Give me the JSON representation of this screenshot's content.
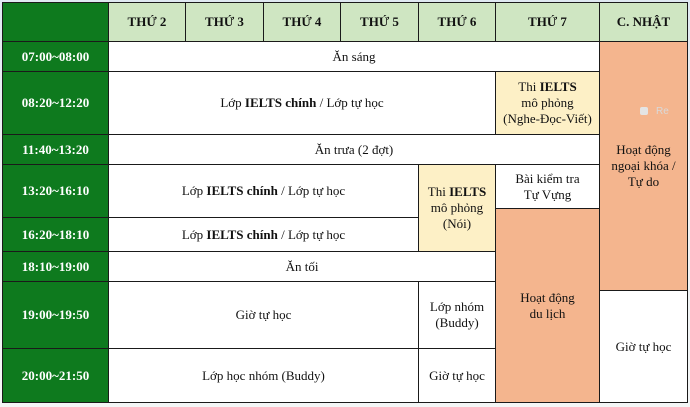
{
  "days": [
    "THỨ 2",
    "THỨ 3",
    "THỨ 4",
    "THỨ 5",
    "THỨ 6",
    "THỨ 7",
    "C. NHẬT"
  ],
  "times": [
    "07:00~08:00",
    "08:20~12:20",
    "11:40~13:20",
    "13:20~16:10",
    "16:20~18:10",
    "18:10~19:00",
    "19:00~19:50",
    "20:00~21:50"
  ],
  "cells": {
    "breakfast": "Ăn sáng",
    "morning_a": "Lớp ",
    "morning_b": "IELTS chính",
    "morning_c": " / Lớp tự học",
    "sat_mock_a": "Thi ",
    "sat_mock_b": "IELTS",
    "sat_mock_c": "mô phỏng",
    "sat_mock_d": "(Nghe-Đọc-Viết)",
    "lunch": "Ăn trưa (2 đợt)",
    "sun_activity_1": "Hoạt động",
    "sun_activity_2": "ngoại khóa /",
    "sun_activity_3": "Tự do",
    "afternoon1_a": "Lớp ",
    "afternoon1_b": "IELTS chính",
    "afternoon1_c": " / Lớp tự học",
    "fri_mock_a": "Thi ",
    "fri_mock_b": "IELTS",
    "fri_mock_c": "mô phỏng",
    "fri_mock_d": "(Nói)",
    "vocab_test_1": "Bài kiểm tra",
    "vocab_test_2": "Tự Vựng",
    "afternoon2_a": "Lớp ",
    "afternoon2_b": "IELTS chính",
    "afternoon2_c": " / Lớp tự học",
    "sat_travel_1": "Hoạt động",
    "sat_travel_2": "du lịch",
    "dinner": "Ăn tối",
    "self_study": "Giờ tự học",
    "group_1": "Lớp nhóm",
    "group_2": "(Buddy)",
    "sun_self_study": "Giờ tự học",
    "group_class": "Lớp học nhóm (Buddy)",
    "fri_self_study": "Giờ tự học"
  },
  "watermark": "Re"
}
